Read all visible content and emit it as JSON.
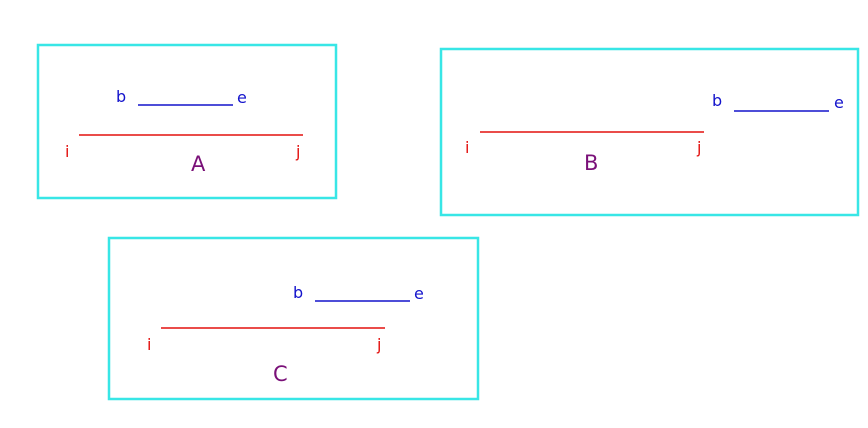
{
  "colors": {
    "border": "#38e6e6",
    "interval_ij": "#e3110f",
    "interval_be": "#1414cc",
    "panel_label": "#7a1078",
    "background": "#ffffff"
  },
  "panels": [
    {
      "label": "A",
      "interval_ij": {
        "start_label": "i",
        "end_label": "j"
      },
      "interval_be": {
        "start_label": "b",
        "end_label": "e"
      }
    },
    {
      "label": "B",
      "interval_ij": {
        "start_label": "i",
        "end_label": "j"
      },
      "interval_be": {
        "start_label": "b",
        "end_label": "e"
      }
    },
    {
      "label": "C",
      "interval_ij": {
        "start_label": "i",
        "end_label": "j"
      },
      "interval_be": {
        "start_label": "b",
        "end_label": "e"
      }
    }
  ]
}
